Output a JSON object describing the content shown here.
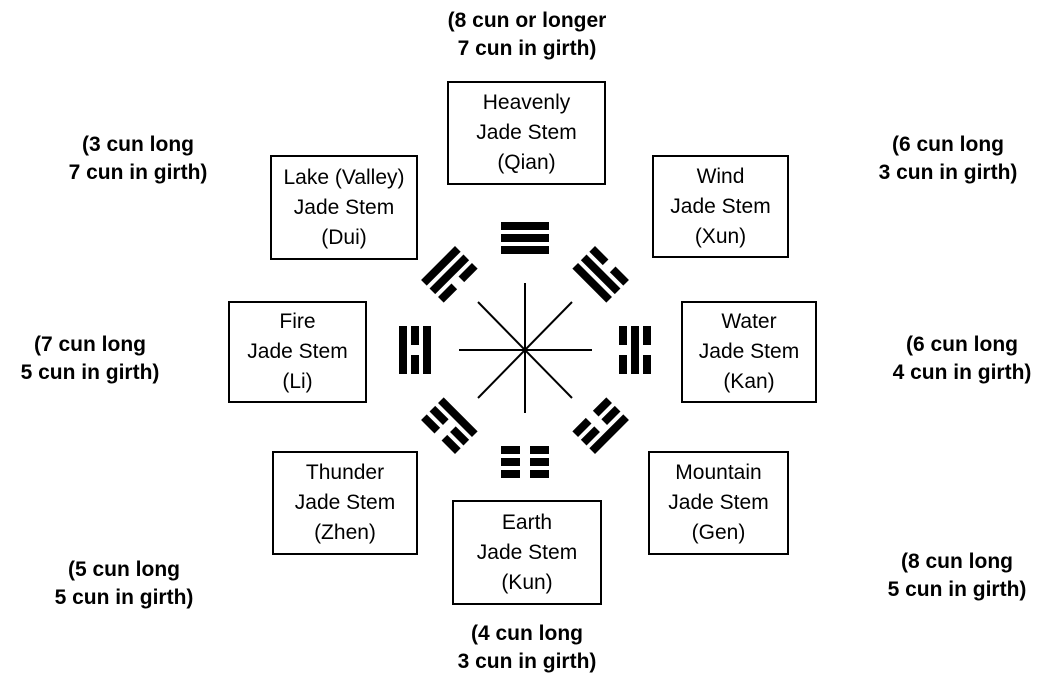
{
  "diagram": {
    "stems": {
      "qian": [
        "Heavenly",
        "Jade Stem",
        "(Qian)"
      ],
      "dui": [
        "Lake (Valley)",
        "Jade Stem",
        "(Dui)"
      ],
      "xun": [
        "Wind",
        "Jade Stem",
        "(Xun)"
      ],
      "li": [
        "Fire",
        "Jade Stem",
        "(Li)"
      ],
      "kan": [
        "Water",
        "Jade Stem",
        "(Kan)"
      ],
      "zhen": [
        "Thunder",
        "Jade Stem",
        "(Zhen)"
      ],
      "gen": [
        "Mountain",
        "Jade Stem",
        "(Gen)"
      ],
      "kun": [
        "Earth",
        "Jade Stem",
        "(Kun)"
      ]
    },
    "notes": {
      "qian": [
        "(8 cun or longer",
        "7 cun in girth)"
      ],
      "dui": [
        "(3 cun long",
        "7 cun in girth)"
      ],
      "xun": [
        "(6 cun long",
        "3 cun in girth)"
      ],
      "li": [
        "(7 cun long",
        "5 cun in girth)"
      ],
      "kan": [
        "(6 cun long",
        "4 cun in girth)"
      ],
      "zhen": [
        "(5 cun long",
        "5 cun in girth)"
      ],
      "gen": [
        "(8 cun long",
        "5 cun in girth)"
      ],
      "kun": [
        "(4 cun long",
        "3 cun in girth)"
      ]
    },
    "trigrams": {
      "qian": [
        1,
        1,
        1
      ],
      "xun": [
        0,
        1,
        1
      ],
      "kan": [
        0,
        1,
        0
      ],
      "gen": [
        1,
        0,
        0
      ],
      "kun": [
        0,
        0,
        0
      ],
      "zhen": [
        0,
        0,
        1
      ],
      "li": [
        1,
        0,
        1
      ],
      "dui": [
        1,
        1,
        0
      ]
    },
    "colors": {
      "ink": "#000000",
      "background": "#ffffff"
    }
  }
}
